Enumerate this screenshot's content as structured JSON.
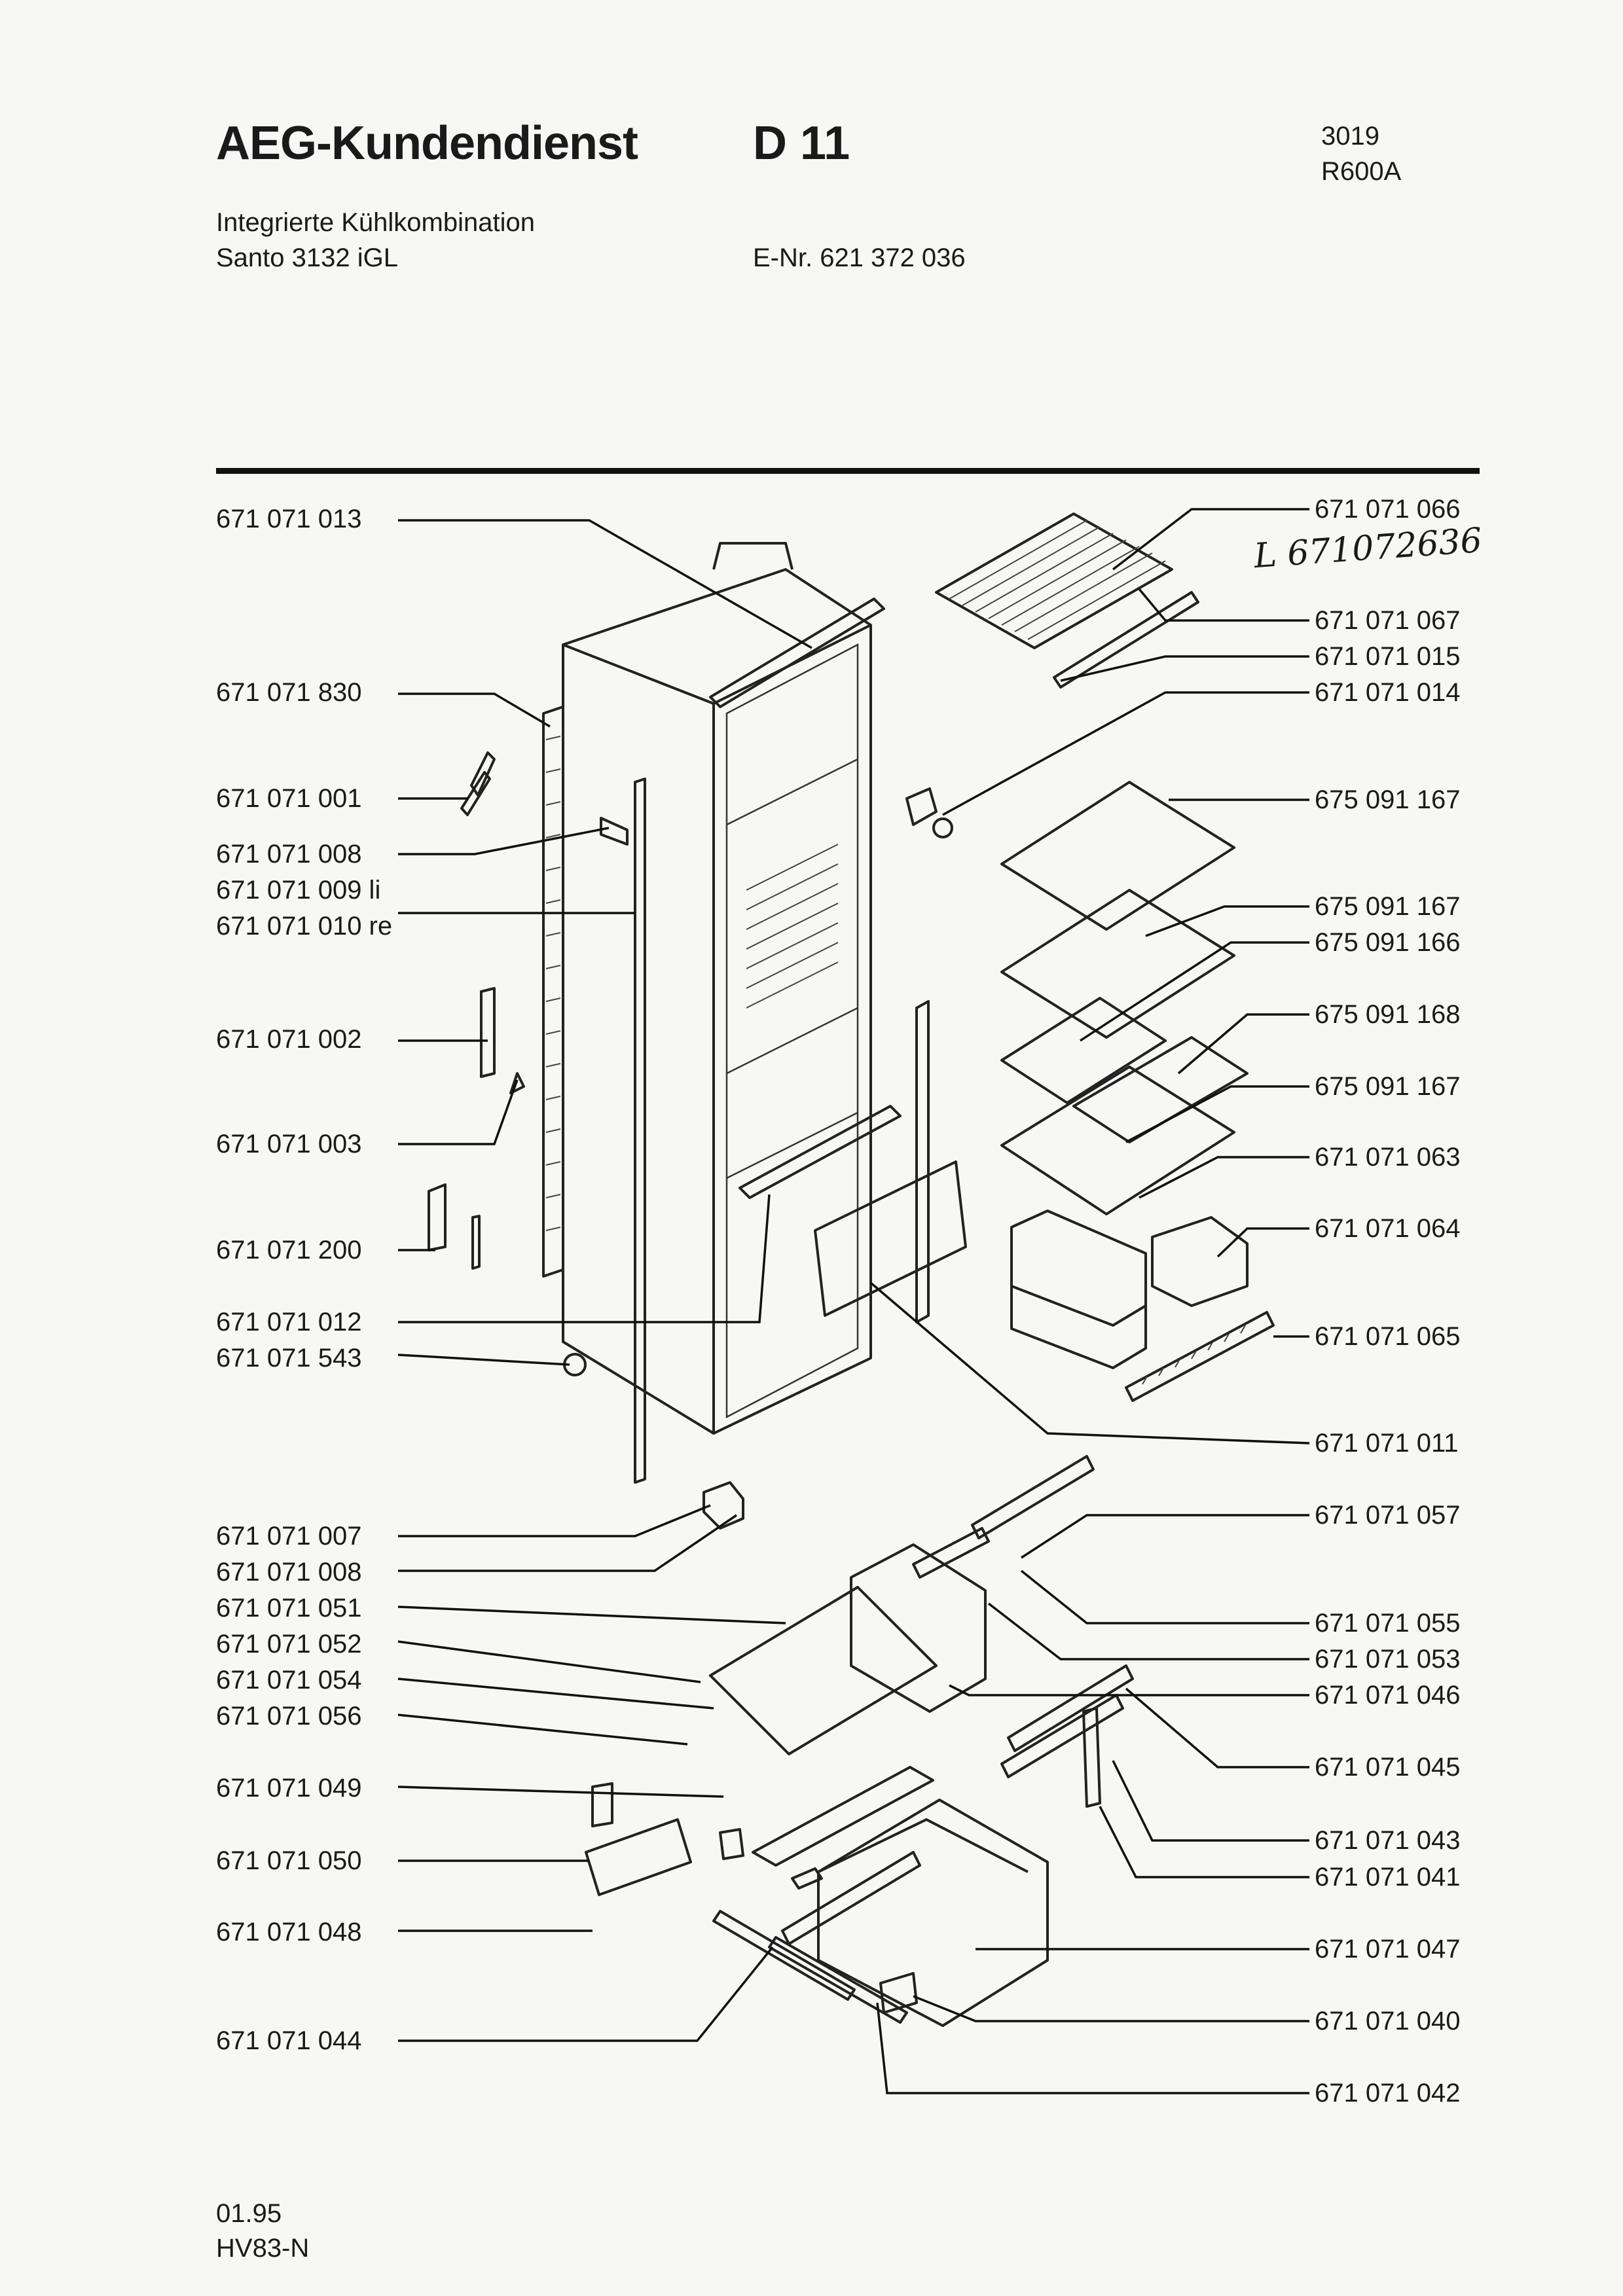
{
  "header": {
    "brand": "AEG-Kundendienst",
    "code": "D 11",
    "ref_number": "3019",
    "refrigerant": "R600A",
    "product_type": "Integrierte Kühlkombination",
    "model": "Santo 3132 iGL",
    "e_nr": "E-Nr. 621 372 036"
  },
  "handwritten_note": "L 671072636",
  "footer": {
    "date": "01.95",
    "code": "HV83-N"
  },
  "labels_left": [
    {
      "id": "l1",
      "text": "671 071 013"
    },
    {
      "id": "l2",
      "text": "671 071 830"
    },
    {
      "id": "l3",
      "text": "671 071 001"
    },
    {
      "id": "l4",
      "text": "671 071 008"
    },
    {
      "id": "l5",
      "text": "671 071 009 li"
    },
    {
      "id": "l6",
      "text": "671 071 010 re"
    },
    {
      "id": "l7",
      "text": "671 071 002"
    },
    {
      "id": "l8",
      "text": "671 071 003"
    },
    {
      "id": "l9",
      "text": "671 071 200"
    },
    {
      "id": "l10",
      "text": "671 071 012"
    },
    {
      "id": "l11",
      "text": "671 071 543"
    },
    {
      "id": "l12",
      "text": "671 071 007"
    },
    {
      "id": "l13",
      "text": "671 071 008"
    },
    {
      "id": "l14",
      "text": "671 071 051"
    },
    {
      "id": "l15",
      "text": "671 071 052"
    },
    {
      "id": "l16",
      "text": "671 071 054"
    },
    {
      "id": "l17",
      "text": "671 071 056"
    },
    {
      "id": "l18",
      "text": "671 071 049"
    },
    {
      "id": "l19",
      "text": "671 071 050"
    },
    {
      "id": "l20",
      "text": "671 071 048"
    },
    {
      "id": "l21",
      "text": "671 071 044"
    }
  ],
  "labels_right": [
    {
      "id": "r1",
      "text": "671 071 066"
    },
    {
      "id": "r2",
      "text": "671 071 067"
    },
    {
      "id": "r3",
      "text": "671 071 015"
    },
    {
      "id": "r4",
      "text": "671 071 014"
    },
    {
      "id": "r5",
      "text": "675 091 167"
    },
    {
      "id": "r6",
      "text": "675 091 167"
    },
    {
      "id": "r7",
      "text": "675 091 166"
    },
    {
      "id": "r8",
      "text": "675 091 168"
    },
    {
      "id": "r9",
      "text": "675 091 167"
    },
    {
      "id": "r10",
      "text": "671 071 063"
    },
    {
      "id": "r11",
      "text": "671 071 064"
    },
    {
      "id": "r12",
      "text": "671 071 065"
    },
    {
      "id": "r13",
      "text": "671 071 011"
    },
    {
      "id": "r14",
      "text": "671 071 057"
    },
    {
      "id": "r15",
      "text": "671 071 055"
    },
    {
      "id": "r16",
      "text": "671 071 053"
    },
    {
      "id": "r17",
      "text": "671 071 046"
    },
    {
      "id": "r18",
      "text": "671 071 045"
    },
    {
      "id": "r19",
      "text": "671 071 043"
    },
    {
      "id": "r20",
      "text": "671 071 041"
    },
    {
      "id": "r21",
      "text": "671 071 047"
    },
    {
      "id": "r22",
      "text": "671 071 040"
    },
    {
      "id": "r23",
      "text": "671 071 042"
    }
  ]
}
